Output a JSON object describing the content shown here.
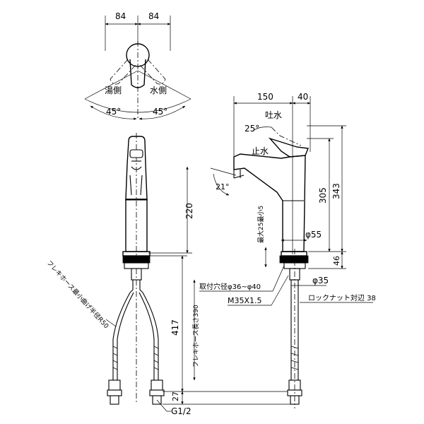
{
  "top_view": {
    "dim_left": "84",
    "dim_right": "84",
    "label_hot": "湯側",
    "label_cold": "水側",
    "angle_left": "45°",
    "angle_right": "45°"
  },
  "front_view": {
    "dim_220": "220",
    "dim_417": "417",
    "dim_27": "27",
    "hose_label": "フレキホース最小曲げ半径R50",
    "hose_length": "フレキホース長さ390",
    "thread": "G1/2"
  },
  "side_view": {
    "dim_150": "150",
    "dim_40": "40",
    "angle_spout": "25°",
    "label_spout": "吐水",
    "label_stop": "止水",
    "angle_21": "21°",
    "dim_305": "305",
    "dim_343": "343",
    "dim_max_thickness": "最大25最小5",
    "dim_dia55": "φ55",
    "dim_46": "46",
    "dim_hole": "取付穴径φ36~φ40",
    "dim_dia35": "φ35",
    "dim_thread": "M35X1.5",
    "dim_locknut": "ロックナット対辺 38"
  }
}
